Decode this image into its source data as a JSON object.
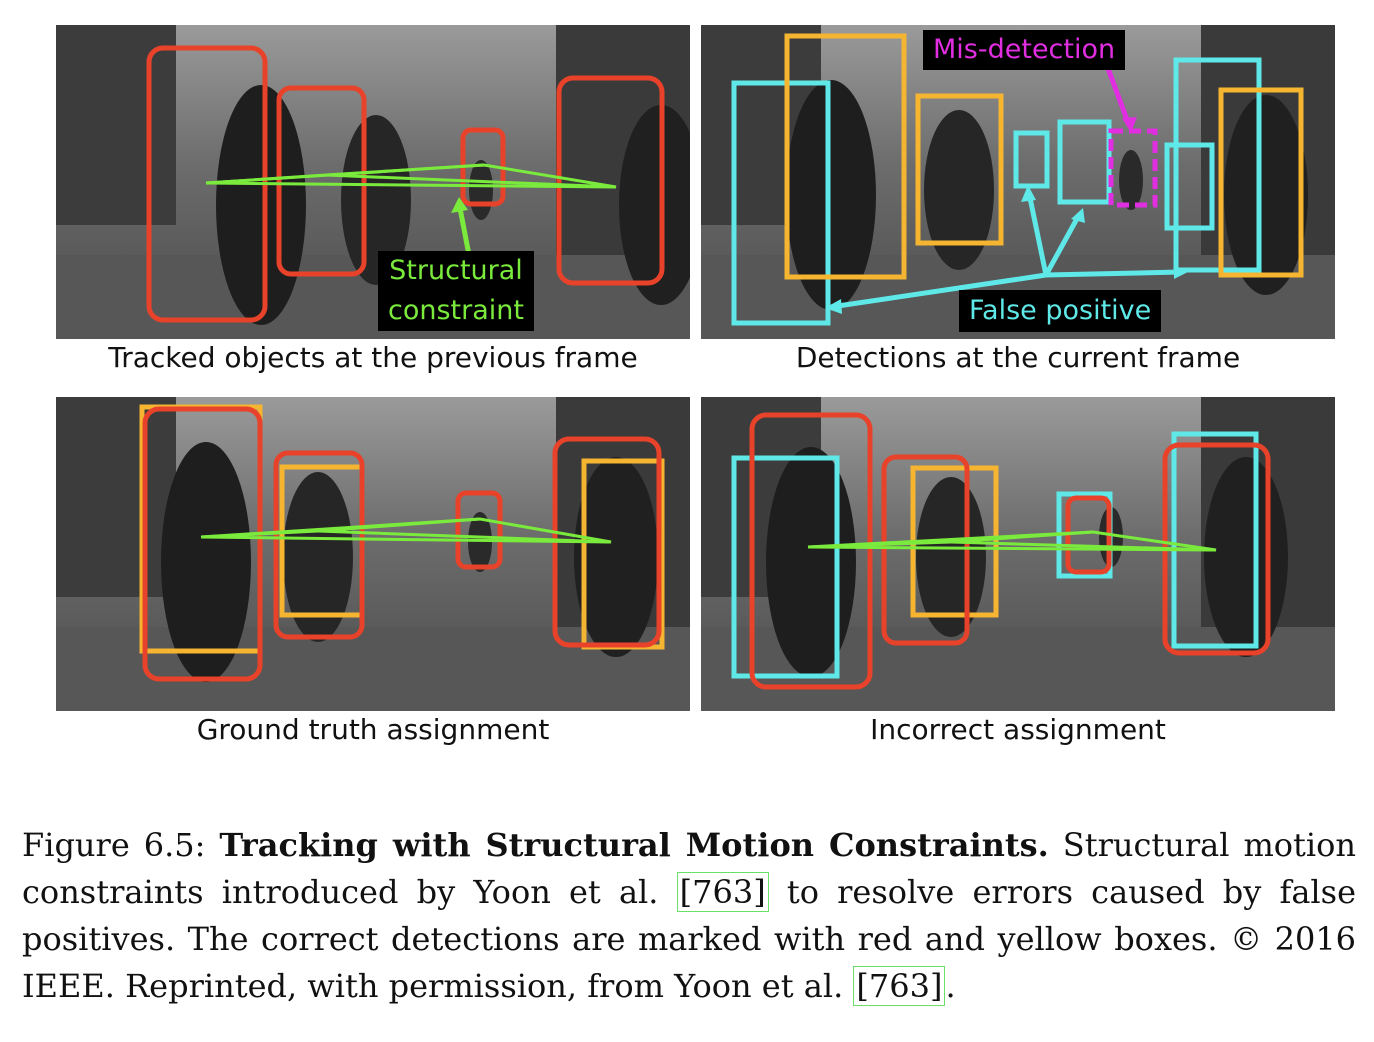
{
  "panels": [
    {
      "caption": "Tracked objects at the previous frame"
    },
    {
      "caption": "Detections at the current frame"
    },
    {
      "caption": "Ground truth assignment"
    },
    {
      "caption": "Incorrect assignment"
    }
  ],
  "annotations": {
    "structural_constraint": [
      "Structural",
      "constraint"
    ],
    "mis_detection": "Mis-detection",
    "false_positive": "False positive"
  },
  "colors": {
    "red_box": "#e8432a",
    "yellow_box": "#f5b530",
    "cyan_box": "#5fe8e8",
    "magenta_box": "#e02ee0",
    "green_line": "#7aea3c"
  },
  "caption": {
    "figure_label": "Figure 6.5:",
    "title": "Tracking with Structural Motion Constraints.",
    "text1": "Structural motion constraints introduced by Yoon et al.",
    "cite1": "763",
    "text2": "to resolve errors caused by false positives. The correct detections are marked with red and yellow boxes.",
    "copyright_symbol": "©",
    "text3": "2016 IEEE. Reprinted, with permission, from Yoon et al.",
    "cite2": "763",
    "text4": "."
  }
}
